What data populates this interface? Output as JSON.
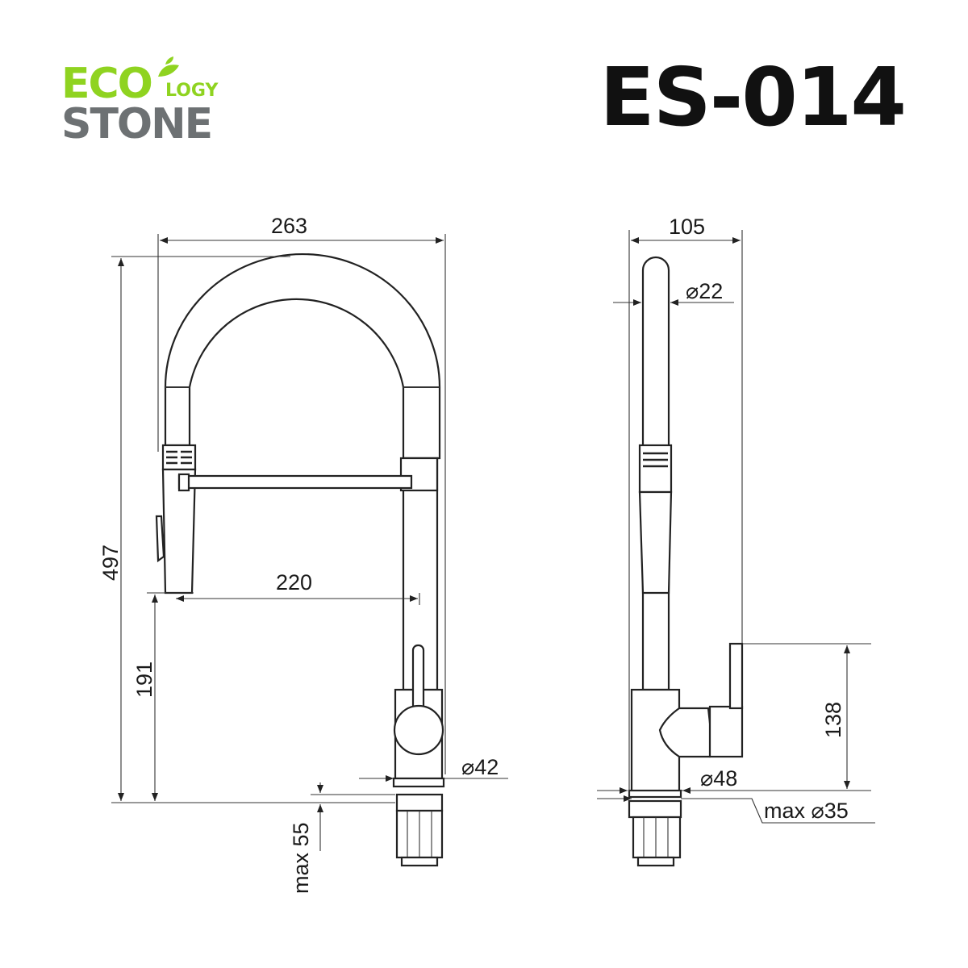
{
  "logo": {
    "eco": "ECO",
    "logy": "LOGY",
    "stone": "STONE",
    "eco_color": "#8fd320",
    "stone_color": "#6d7173"
  },
  "model": "ES-014",
  "front_view": {
    "width": "263",
    "height": "497",
    "spout_height": "191",
    "reach": "220",
    "base_diameter": "⌀42",
    "max_thickness": "max 55"
  },
  "side_view": {
    "depth": "105",
    "spout_diameter": "⌀22",
    "handle_height": "138",
    "body_diameter": "⌀48",
    "hole_diameter": "max ⌀35"
  }
}
